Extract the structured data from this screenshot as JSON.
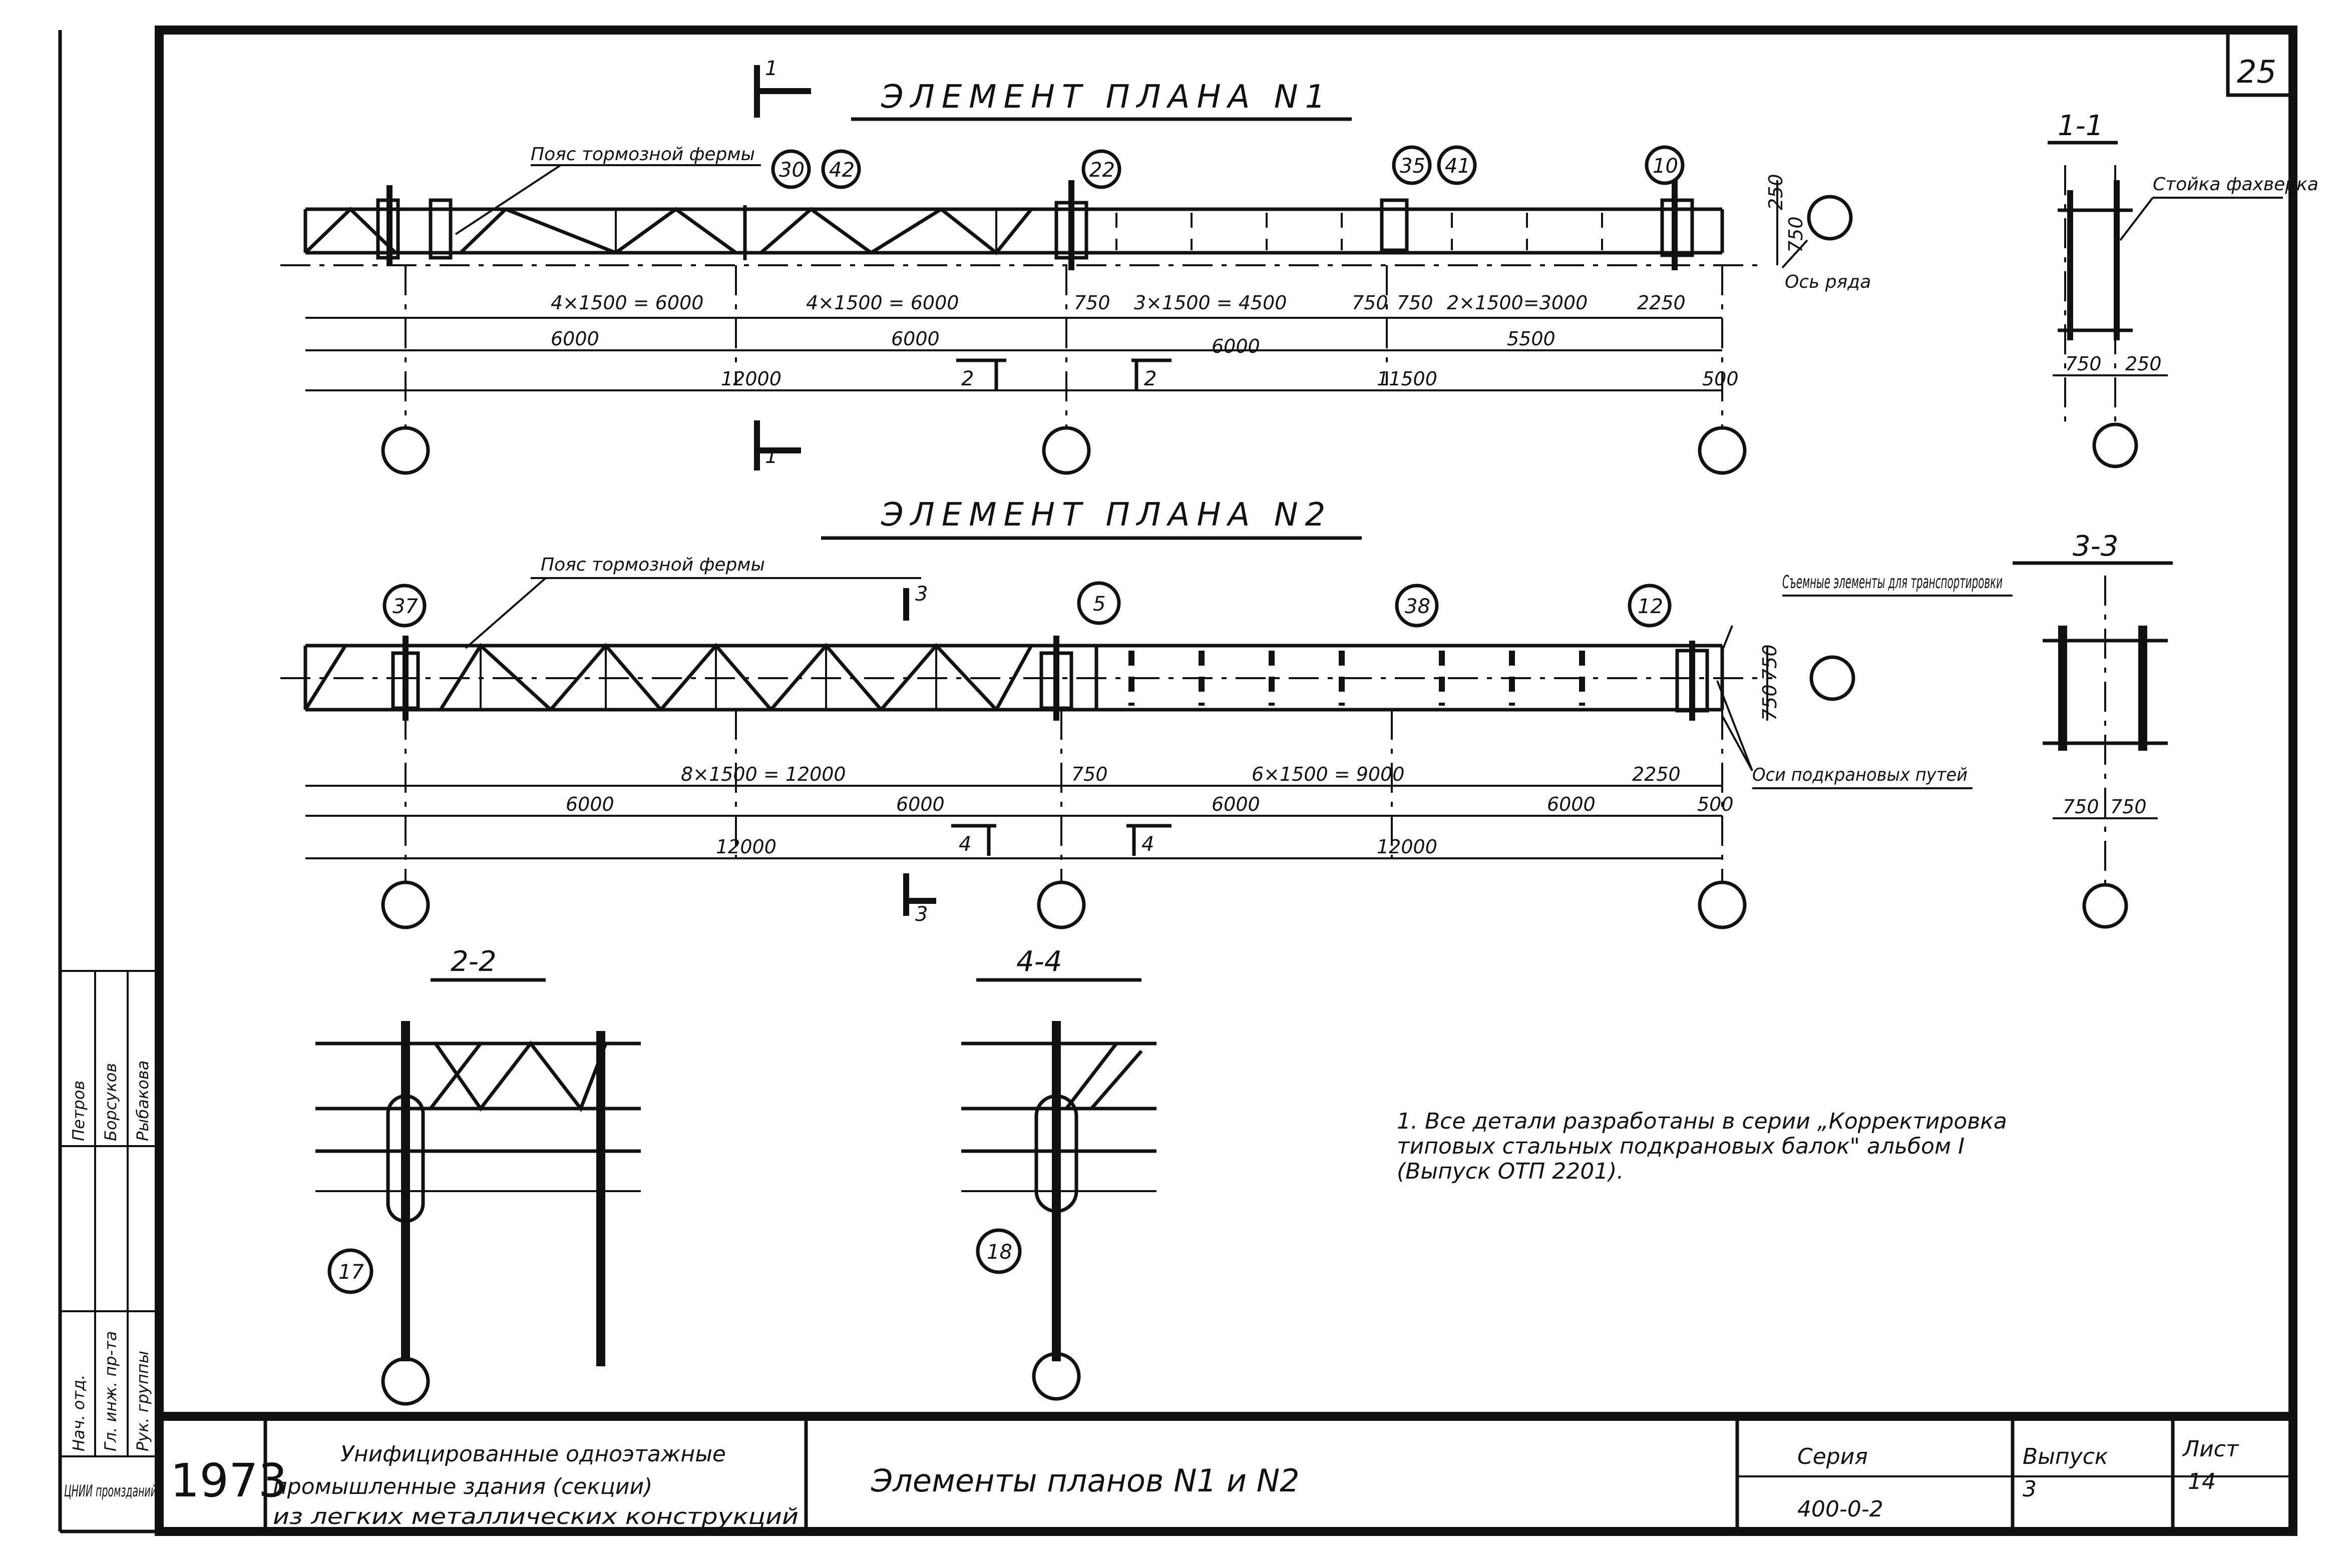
{
  "sheet_number": "25",
  "plan1": {
    "title": "ЭЛЕМЕНТ ПЛАНА N1",
    "cut_mark_top": "1",
    "cut_mark_bottom": "1",
    "label_brake_truss": "Пояс тормозной фермы",
    "label_row_axis": "Ось ряда",
    "marks": [
      "30",
      "42",
      "22",
      "35",
      "41",
      "10"
    ],
    "depth_dims": [
      "250",
      "750"
    ],
    "dims_row1": [
      "4×1500 = 6000",
      "4×1500 = 6000",
      "750",
      "3×1500 = 4500",
      "750",
      "750",
      "2×1500=3000",
      "2250"
    ],
    "dims_row2": [
      "6000",
      "6000",
      "6000",
      "5500"
    ],
    "dims_row3": [
      "12000",
      "11500",
      "500"
    ],
    "section_callouts": [
      "2",
      "2"
    ]
  },
  "section_1_1": {
    "title": "1-1",
    "label_post": "Стойка фахверка",
    "dims": [
      "750",
      "250"
    ]
  },
  "plan2": {
    "title": "ЭЛЕМЕНТ ПЛАНА N2",
    "label_brake_truss": "Пояс тормозной фермы",
    "label_removable": "Съемные элементы для транспортировки",
    "label_crane_axes": "Оси подкрановых путей",
    "cut_mark_top": "3",
    "cut_mark_bottom": "3",
    "marks": [
      "37",
      "5",
      "38",
      "12"
    ],
    "depth_dims": [
      "750",
      "750"
    ],
    "dims_row1": [
      "8×1500 = 12000",
      "750",
      "6×1500 = 9000",
      "2250"
    ],
    "dims_row2": [
      "6000",
      "6000",
      "6000",
      "6000"
    ],
    "dims_row3": [
      "12000",
      "12000",
      "500"
    ],
    "section_callouts": [
      "4",
      "4"
    ]
  },
  "section_3_3": {
    "title": "3-3",
    "dims": [
      "750",
      "750"
    ]
  },
  "section_2_2": {
    "title": "2-2",
    "mark": "17"
  },
  "section_4_4": {
    "title": "4-4",
    "mark": "18"
  },
  "note": {
    "line1": "1. Все детали разработаны в серии „Корректировка",
    "line2": "типовых стальных подкрановых балок\" альбом I",
    "line3": "(Выпуск ОТП 2201)."
  },
  "signatures": {
    "roles": [
      "Нач. отд.",
      "Гл. инж. пр-та",
      "Рук. группы"
    ],
    "institute": "ЦНИИ промзданий",
    "names": [
      "Петров",
      "Борсуков",
      "Рыбакова"
    ]
  },
  "title_block": {
    "year": "1973",
    "project_line1": "Унифицированные одноэтажные",
    "project_line2": "промышленные здания (секции)",
    "project_line3": "из легких металлических конструкций",
    "drawing_title": "Элементы планов N1 и N2",
    "series_label": "Серия",
    "series_value": "400-0-2",
    "issue_label": "Выпуск",
    "issue_value": "3",
    "sheet_label": "Лист",
    "sheet_value": "14"
  }
}
